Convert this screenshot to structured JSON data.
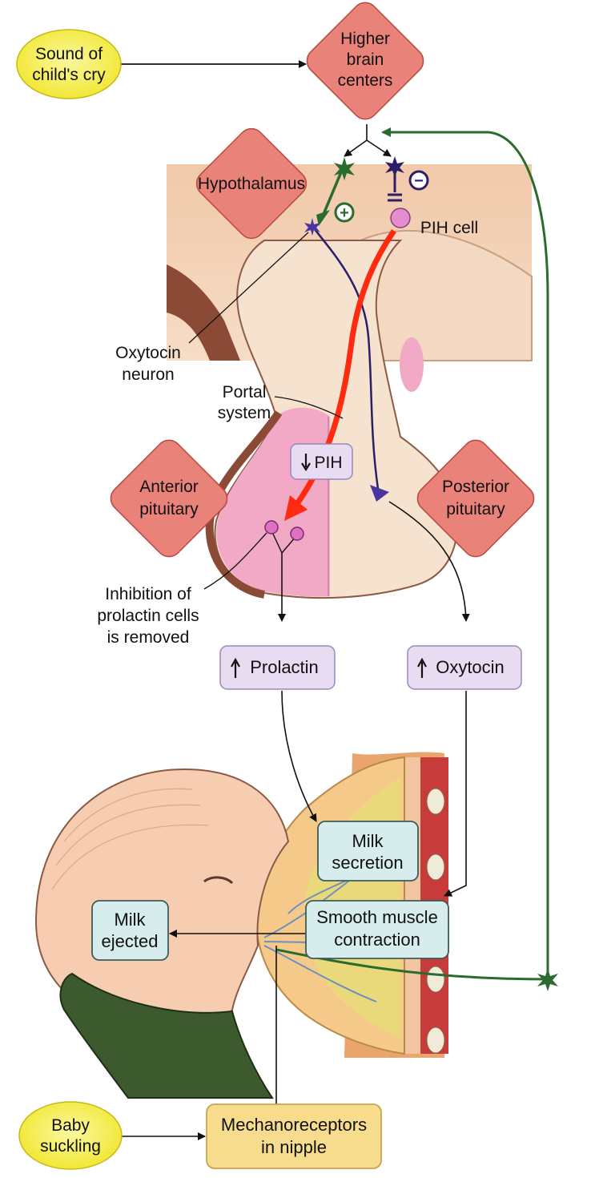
{
  "labels": {
    "sound_cry": [
      "Sound of",
      "child's cry"
    ],
    "higher_brain": [
      "Higher",
      "brain",
      "centers"
    ],
    "hypothalamus": "Hypothalamus",
    "pih_cell": "PIH cell",
    "oxytocin_neuron": [
      "Oxytocin",
      "neuron"
    ],
    "portal_system": [
      "Portal",
      "system"
    ],
    "pih_box": "PIH",
    "anterior_pituitary": [
      "Anterior",
      "pituitary"
    ],
    "posterior_pituitary": [
      "Posterior",
      "pituitary"
    ],
    "inhibition": [
      "Inhibition of",
      "prolactin cells",
      "is removed"
    ],
    "prolactin": "Prolactin",
    "oxytocin": "Oxytocin",
    "milk_secretion": [
      "Milk",
      "secretion"
    ],
    "smooth_muscle": [
      "Smooth muscle",
      "contraction"
    ],
    "milk_ejected": [
      "Milk",
      "ejected"
    ],
    "baby_suckling": [
      "Baby",
      "suckling"
    ],
    "mechanoreceptors": [
      "Mechanoreceptors",
      "in nipple"
    ]
  },
  "symbols": {
    "plus": "+",
    "minus": "−",
    "down_arrow": "down-arrow-icon",
    "up_arrow": "up-arrow-icon"
  },
  "colors": {
    "diamond_fill": "#e9837a",
    "diamond_stroke": "#b9463f",
    "purple_box": "#e7dcf2",
    "purple_box_stroke": "#9a88b6",
    "teal_box": "#d7ecec",
    "teal_box_stroke": "#3b5c58",
    "yellow_oval": "#f2ec3a",
    "orange_box": "#f7dc8e",
    "green_path": "#2a6b2f",
    "red_arrow": "#ff2a10",
    "navy_neuron": "#2b1f66"
  }
}
